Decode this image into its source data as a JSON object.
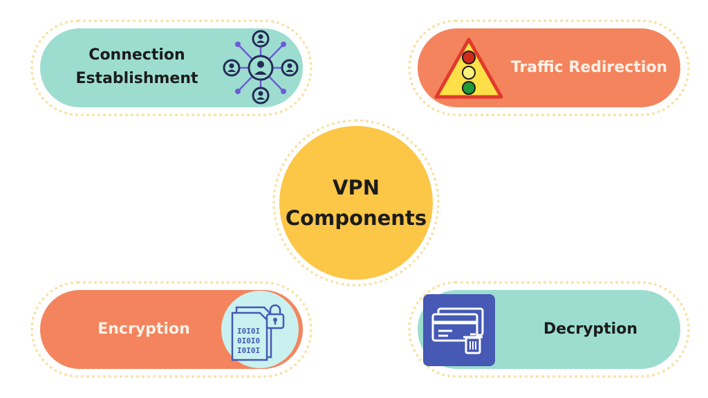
{
  "center": {
    "line1": "VPN",
    "line2": "Components"
  },
  "components": {
    "connection": {
      "line1": "Connection",
      "line2": "Establishment",
      "icon": "network-users-icon"
    },
    "traffic": {
      "label": "Traffic Redirection",
      "icon": "traffic-light-icon"
    },
    "encryption": {
      "label": "Encryption",
      "icon": "encrypted-document-icon"
    },
    "decryption": {
      "label": "Decryption",
      "icon": "card-trash-icon"
    }
  },
  "colors": {
    "teal": "#9dddd0",
    "orange": "#f4845d",
    "yellow": "#fcc646",
    "dotted": "#f7e3a6",
    "navy": "#232a55",
    "purple": "#6d5bd6",
    "blue": "#4659b5"
  }
}
